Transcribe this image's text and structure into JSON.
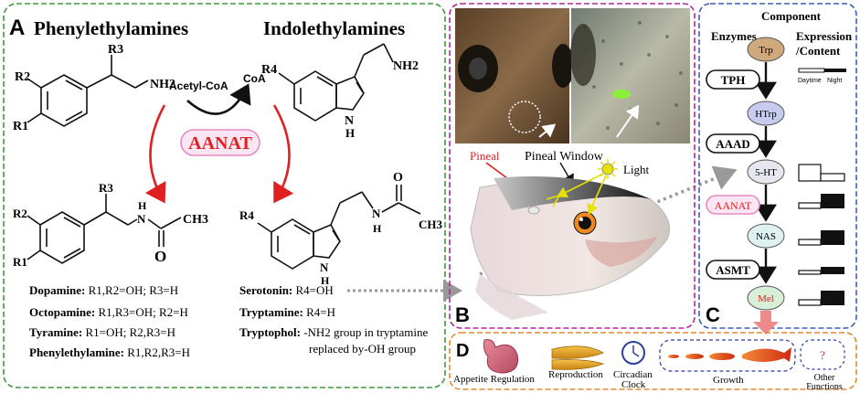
{
  "panel_a": {
    "letter": "A",
    "title_left": "Phenylethylamines",
    "title_right": "Indolethylamines",
    "sub": {
      "r1": "R1",
      "r2": "R2",
      "r3": "R3",
      "r4": "R4",
      "nh2": "NH2",
      "h": "H",
      "ch3": "CH3",
      "o": "O",
      "n": "N"
    },
    "acetyl_coa": "Acetyl-CoA",
    "coa": "CoA",
    "enzyme": "AANAT",
    "left_list": [
      {
        "name": "Dopamine:",
        "desc": " R1,R2=OH; R3=H"
      },
      {
        "name": "Octopamine:",
        "desc": " R1,R3=OH; R2=H"
      },
      {
        "name": "Tyramine:",
        "desc": " R1=OH; R2,R3=H"
      },
      {
        "name": "Phenylethylamine:",
        "desc": " R1,R2,R3=H"
      }
    ],
    "right_list": [
      {
        "name": "Serotonin:",
        "desc": " R4=OH"
      },
      {
        "name": "Tryptamine:",
        "desc": " R4=H"
      },
      {
        "name": "Tryptophol:",
        "desc": " -NH2 group in tryptamine"
      }
    ],
    "tryptophol_line2": "replaced by-OH group"
  },
  "panel_b": {
    "letter": "B",
    "pineal": "Pineal",
    "pineal_window": "Pineal Window",
    "light": "Light"
  },
  "panel_c": {
    "letter": "C",
    "component": "Component",
    "enzymes": "Enzymes",
    "expression": "Expression",
    "content": "/Content",
    "daytime": "Daytime",
    "night": "Night",
    "nodes": [
      "Trp",
      "HTrp",
      "5-HT",
      "NAS",
      "Mel"
    ],
    "enzyme_list": [
      "TPH",
      "AAAD",
      "AANAT",
      "ASMT"
    ]
  },
  "panel_d": {
    "letter": "D",
    "functions": [
      "Appetite Regulation",
      "Reproduction",
      "Circadian",
      "Clock",
      "Growth",
      "Other",
      "Functions"
    ],
    "question": "?"
  },
  "colors": {
    "green_border": "#3c9a3c",
    "purple_border": "#b0289a",
    "blue_border": "#3a5fb8",
    "orange_border": "#e08a2e",
    "red": "#e02020",
    "aanat_fill": "#fde6f3",
    "aanat_stroke": "#e68ac0"
  }
}
